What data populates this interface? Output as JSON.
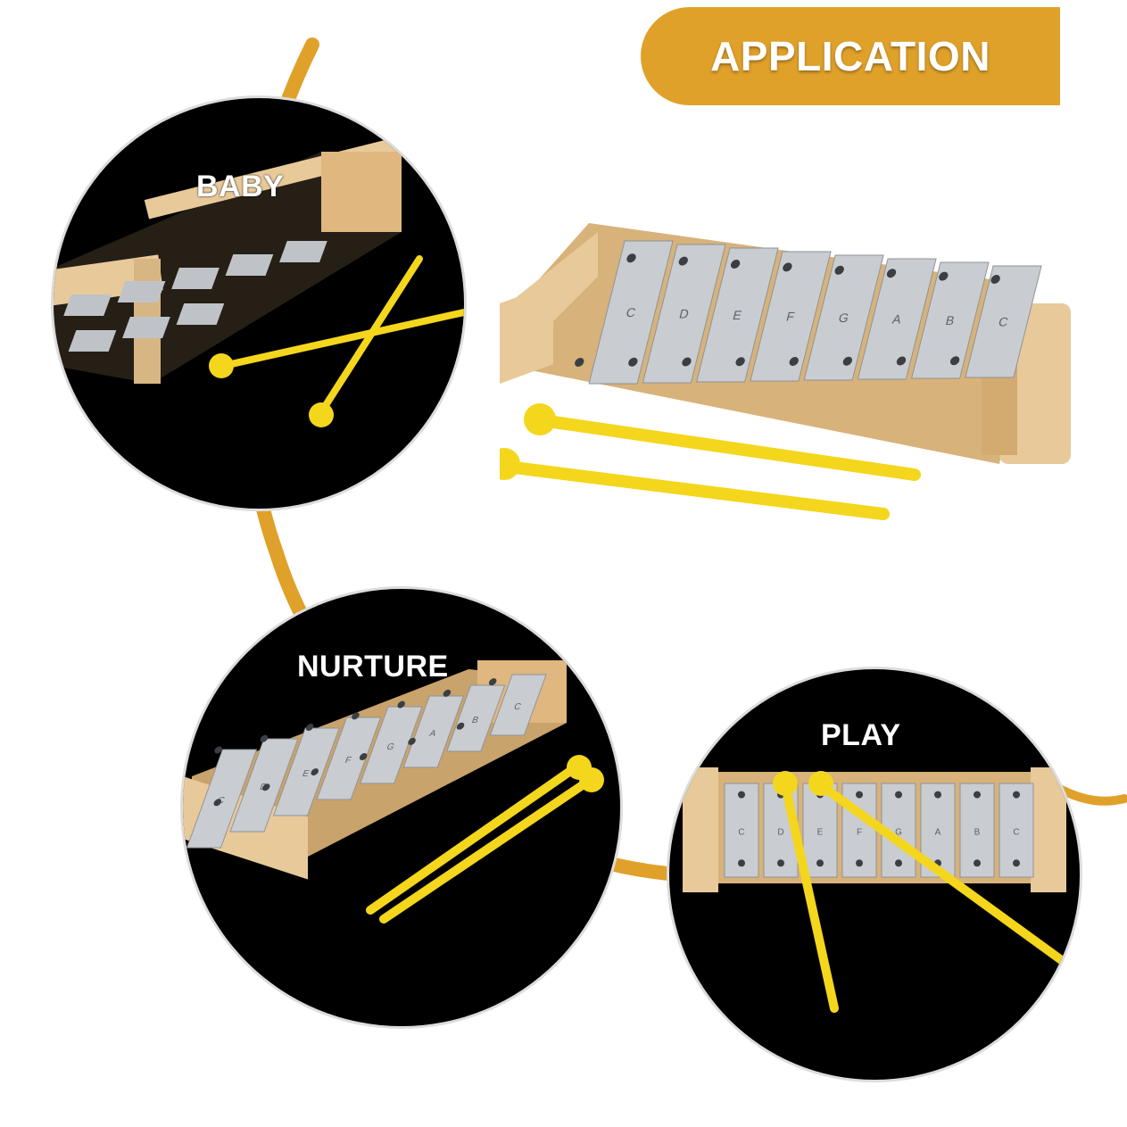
{
  "header": {
    "label": "APPLICATION"
  },
  "panels": {
    "baby": {
      "label": "BABY"
    },
    "nurture": {
      "label": "NURTURE"
    },
    "play": {
      "label": "PLAY"
    }
  },
  "xylophone": {
    "notes": [
      "C",
      "D",
      "E",
      "F",
      "G",
      "A",
      "B",
      "C"
    ]
  },
  "colors": {
    "accent": "#e0a12a",
    "circle_bg": "#000000",
    "wood": "#e8c99a",
    "bar": "#c9ccd0",
    "mallet": "#f4d61d"
  }
}
